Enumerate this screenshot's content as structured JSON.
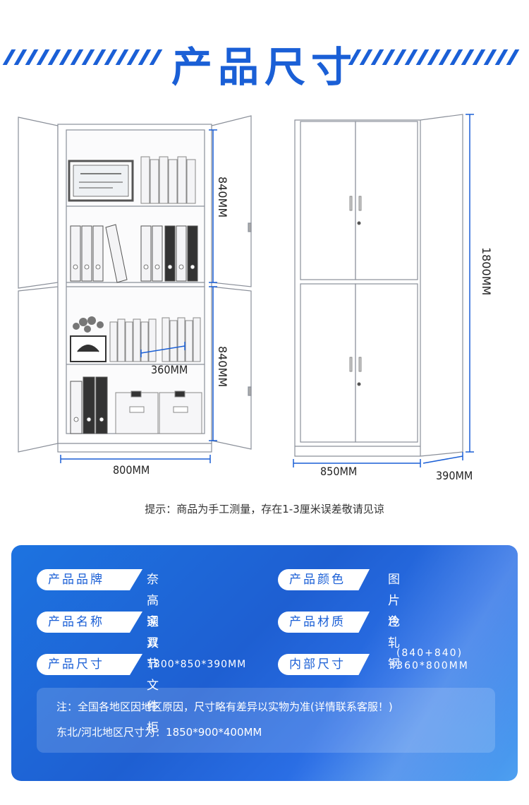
{
  "title": "产品尺寸",
  "dimensions": {
    "upper_height": "840MM",
    "lower_height": "840MM",
    "inner_depth": "360MM",
    "open_width": "800MM",
    "total_height": "1800MM",
    "width": "850MM",
    "depth": "390MM"
  },
  "note": "提示：商品为手工测量，存在1-3厘米误差敬请见谅",
  "colors": {
    "brand_blue": "#1a5fd6"
  },
  "specs": [
    {
      "label": "产品品牌",
      "value": "奈高家具"
    },
    {
      "label": "产品颜色",
      "value": "图片色"
    },
    {
      "label": "产品名称",
      "value": "通双节文件柜"
    },
    {
      "label": "产品材质",
      "value": "冷轧钢"
    },
    {
      "label": "产品尺寸",
      "value": "1800*850*390MM"
    },
    {
      "label": "内部尺寸",
      "value_line1": "(840+840)",
      "value_line2": "*360*800MM"
    }
  ],
  "notice": {
    "line1": "注：全国各地区因地区原因，尺寸略有差异以实物为准(详情联系客服！)",
    "line2": "东北/河北地区尺寸为：1850*900*400MM"
  }
}
